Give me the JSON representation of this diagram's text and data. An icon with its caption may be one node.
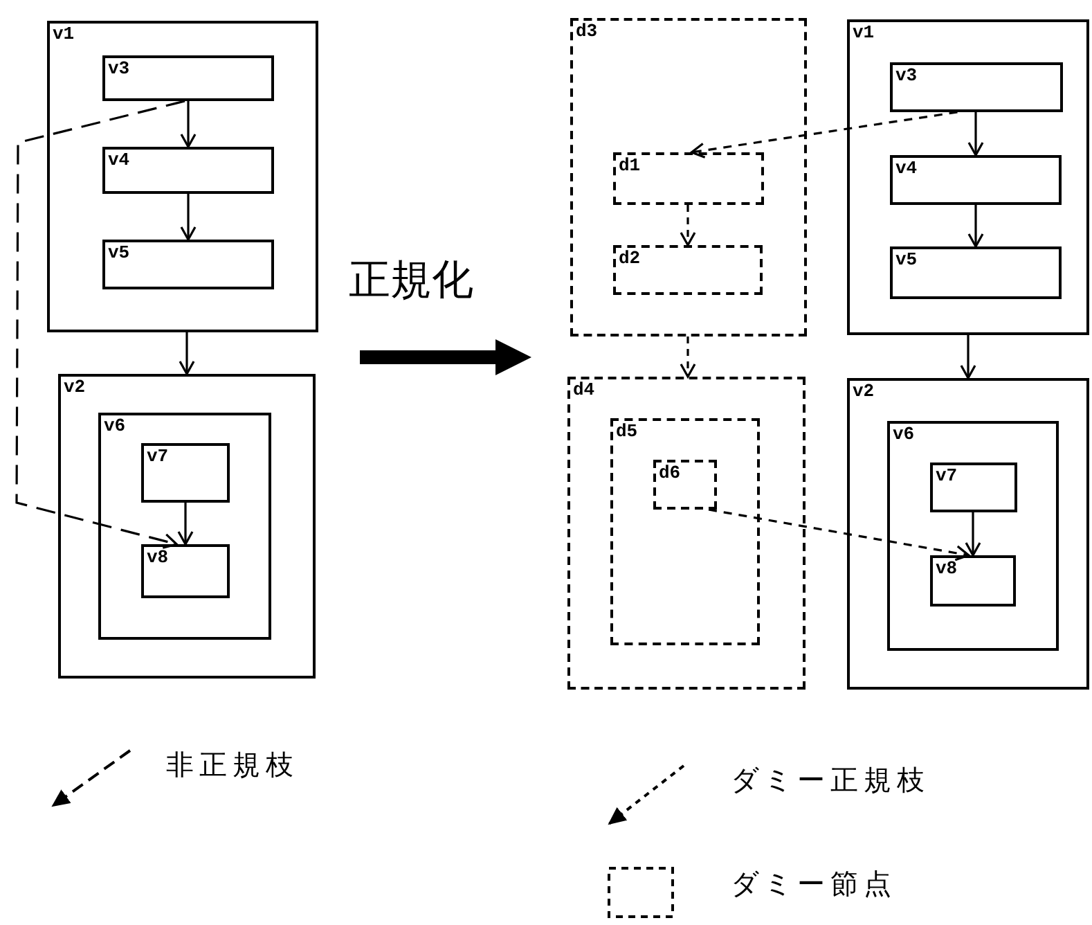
{
  "diagram": {
    "nodes": [
      {
        "text": [
          "v1"
        ]
      },
      {
        "text": [
          "v3"
        ],
        "in": 0
      },
      {
        "text": [
          "v4"
        ],
        "in": 0
      },
      {
        "text": [
          "v5"
        ],
        "in": 0
      },
      {
        "text": [
          "v2"
        ]
      },
      {
        "text": [
          "v6"
        ],
        "in": 4
      },
      {
        "text": [
          "v7"
        ],
        "in": 5
      },
      {
        "text": [
          "v8"
        ],
        "in": 5
      },
      {
        "text": [
          "d3"
        ]
      },
      {
        "text": [
          "d1"
        ],
        "in": 8
      },
      {
        "text": [
          "d2"
        ],
        "in": 8
      },
      {
        "text": [
          "d4"
        ]
      },
      {
        "text": [
          "d5"
        ],
        "in": 11
      },
      {
        "text": [
          "d6"
        ],
        "in": 12
      },
      {
        "text": [
          "v1"
        ]
      },
      {
        "text": [
          "v3"
        ],
        "in": 14
      },
      {
        "text": [
          "v4"
        ],
        "in": 14
      },
      {
        "text": [
          "v5"
        ],
        "in": 14
      },
      {
        "text": [
          "v2"
        ]
      },
      {
        "text": [
          "v6"
        ],
        "in": 18
      },
      {
        "text": [
          "v7"
        ],
        "in": 19
      },
      {
        "text": [
          "v8"
        ],
        "in": 19
      }
    ],
    "edges": [
      {
        "from": 1,
        "to": 2,
        "arrow": "to"
      },
      {
        "from": 2,
        "to": 3,
        "arrow": "to"
      },
      {
        "from": 0,
        "to": 4,
        "arrow": "to"
      },
      {
        "from": 6,
        "to": 7,
        "arrow": "to"
      },
      {
        "from": 1,
        "to": 7,
        "arrow": "to",
        "style": "dashed"
      },
      {
        "from": 8,
        "to": 11,
        "arrow": "to",
        "style": "dashed"
      },
      {
        "from": 9,
        "to": 10,
        "arrow": "to",
        "style": "dashed"
      },
      {
        "from": 15,
        "to": 16,
        "arrow": "to"
      },
      {
        "from": 16,
        "to": 17,
        "arrow": "to"
      },
      {
        "from": 14,
        "to": 18,
        "arrow": "to"
      },
      {
        "from": 20,
        "to": 21,
        "arrow": "to"
      },
      {
        "from": 15,
        "to": 9,
        "arrow": "to",
        "style": "dashed"
      },
      {
        "from": 13,
        "to": 21,
        "arrow": "to",
        "style": "dashed"
      }
    ],
    "labels": [
      "正規化"
    ],
    "legend": [
      {
        "text": "非正規枝"
      },
      {
        "text": "ダミー正規枝"
      },
      {
        "text": "ダミー節点"
      }
    ]
  }
}
